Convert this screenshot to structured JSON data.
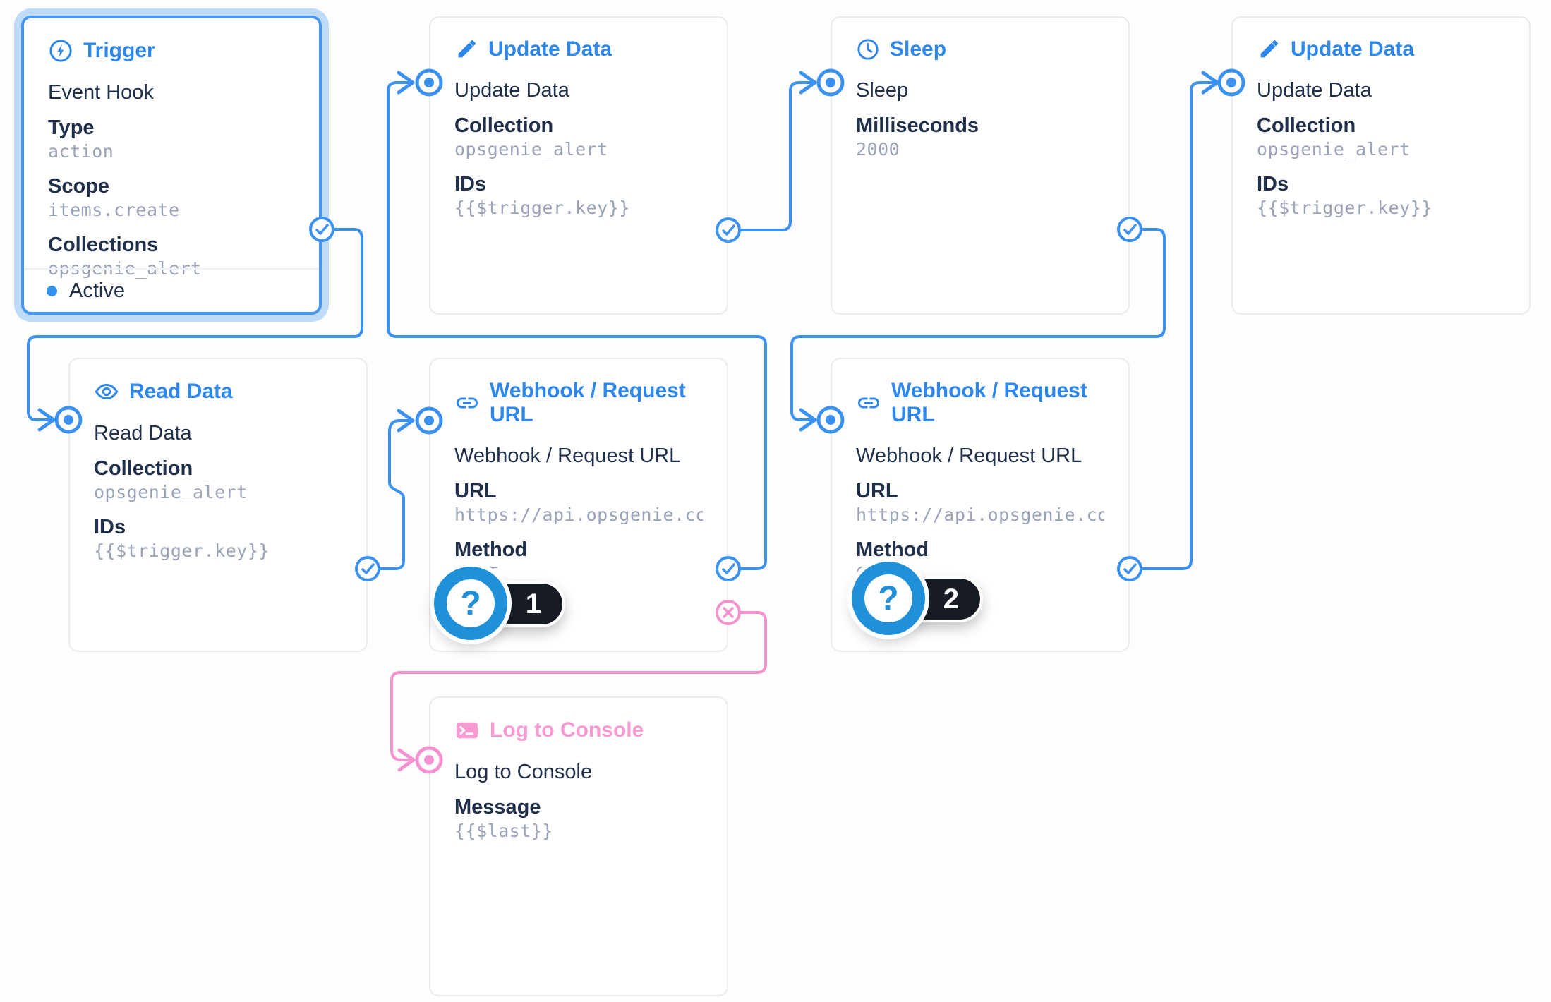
{
  "colors": {
    "accent_blue": "#3b91ef",
    "title_blue": "#2e87ec",
    "accent_pink": "#f492cf",
    "title_pink": "#f79ad3",
    "text_dark": "#20304a",
    "value_gray": "#99a2b8",
    "badge_ring_blue": "#2090d8",
    "badge_pill_dark": "#171c24",
    "selection_glow": "#bedcfa"
  },
  "nodes": {
    "trigger": {
      "title": "Trigger",
      "icon": "bolt-circle-icon",
      "name": "Event Hook",
      "fields": [
        {
          "label": "Type",
          "value": "action"
        },
        {
          "label": "Scope",
          "value": "items.create"
        },
        {
          "label": "Collections",
          "value": "opsgenie_alert"
        }
      ],
      "status_label": "Active",
      "selected": true
    },
    "update_data_1": {
      "title": "Update Data",
      "icon": "pencil-icon",
      "name": "Update Data",
      "fields": [
        {
          "label": "Collection",
          "value": "opsgenie_alert"
        },
        {
          "label": "IDs",
          "value": "{{$trigger.key}}"
        }
      ]
    },
    "sleep": {
      "title": "Sleep",
      "icon": "clock-icon",
      "name": "Sleep",
      "fields": [
        {
          "label": "Milliseconds",
          "value": "2000"
        }
      ]
    },
    "update_data_2": {
      "title": "Update Data",
      "icon": "pencil-icon",
      "name": "Update Data",
      "fields": [
        {
          "label": "Collection",
          "value": "opsgenie_alert"
        },
        {
          "label": "IDs",
          "value": "{{$trigger.key}}"
        }
      ]
    },
    "read_data": {
      "title": "Read Data",
      "icon": "eye-icon",
      "name": "Read Data",
      "fields": [
        {
          "label": "Collection",
          "value": "opsgenie_alert"
        },
        {
          "label": "IDs",
          "value": "{{$trigger.key}}"
        }
      ]
    },
    "webhook_1": {
      "title": "Webhook / Request URL",
      "icon": "link-icon",
      "name": "Webhook / Request URL",
      "fields": [
        {
          "label": "URL",
          "value": "https://api.opsgenie.com/v…"
        },
        {
          "label": "Method",
          "value": "POST"
        }
      ]
    },
    "webhook_2": {
      "title": "Webhook / Request URL",
      "icon": "link-icon",
      "name": "Webhook / Request URL",
      "fields": [
        {
          "label": "URL",
          "value": "https://api.opsgenie.com/v…"
        },
        {
          "label": "Method",
          "value": "GET"
        }
      ]
    },
    "log_console": {
      "title": "Log to Console",
      "icon": "terminal-icon",
      "name": "Log to Console",
      "fields": [
        {
          "label": "Message",
          "value": "{{$last}}"
        }
      ]
    }
  },
  "badges": {
    "b1": {
      "glyph": "?",
      "count": "1"
    },
    "b2": {
      "glyph": "?",
      "count": "2"
    }
  }
}
